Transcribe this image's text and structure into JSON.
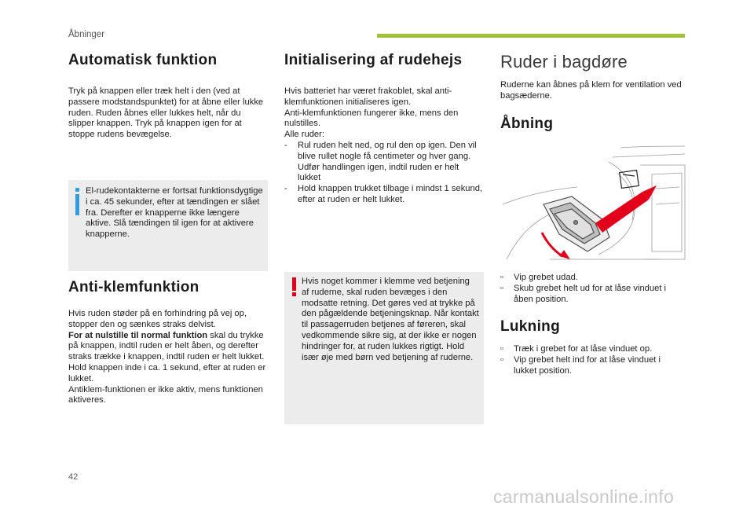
{
  "header": {
    "section": "Åbninger"
  },
  "col1": {
    "title": "Automatisk funktion",
    "intro": "Tryk på knappen eller træk helt i den (ved at passere modstandspunktet) for at åbne eller lukke ruden. Ruden åbnes eller lukkes helt, når du slipper knappen. Tryk på knappen igen for at stoppe rudens bevægelse.",
    "info": "El-rudekontakterne er fortsat funktionsdygtige i ca. 45 sekunder, efter at tændingen er slået fra. Derefter er knapperne ikke længere aktive. Slå tændingen til igen for at aktivere knapperne.",
    "title2": "Anti-klemfunktion",
    "body2a": "Hvis ruden støder på en forhindring på vej op, stopper den og sænkes straks delvist.",
    "body2_bold": "For at nulstille til normal funktion",
    "body2b": " skal du trykke på knappen, indtil ruden er helt åben, og derefter straks trække i knappen, indtil ruden er helt lukket. Hold knappen inde i ca. 1 sekund, efter at ruden er lukket.",
    "body2c": "Antiklem-funktionen er ikke aktiv, mens funktionen aktiveres."
  },
  "col2": {
    "title": "Initialisering af rudehejs",
    "p1": "Hvis batteriet har været frakoblet, skal anti-klemfunktionen initialiseres igen.",
    "p2": "Anti-klemfunktionen fungerer ikke, mens den nulstilles.",
    "p3": "Alle ruder:",
    "steps": [
      "Rul ruden helt ned, og rul den op igen. Den vil blive rullet nogle få centimeter og hver gang. Udfør handlingen igen, indtil ruden er helt lukket",
      "Hold knappen trukket tilbage i mindst 1 sekund, efter at ruden er helt lukket."
    ],
    "warning": "Hvis noget kommer i klemme ved betjening af ruderne, skal ruden bevæges i den modsatte retning. Det gøres ved at trykke på den pågældende betjeningsknap. Når kontakt til passagerruden betjenes af føreren, skal vedkommende sikre sig, at der ikke er nogen hindringer for, at ruden lukkes rigtigt. Hold især øje med børn ved betjening af ruderne."
  },
  "col3": {
    "title": "Ruder i bagdøre",
    "intro": "Ruderne kan åbnes på klem for ventilation ved bagsæderne.",
    "sub1": "Åbning",
    "open_steps": [
      "Vip grebet udad.",
      "Skub grebet helt ud for at låse vinduet i åben position."
    ],
    "sub2": "Lukning",
    "close_steps": [
      "Træk i grebet for at låse vinduet op.",
      "Vip grebet helt ind for at låse vinduet i lukket position."
    ]
  },
  "footer": {
    "page": "42",
    "watermark": "carmanualsonline.info"
  },
  "colors": {
    "accent_green": "#9ec33b",
    "info_blue": "#2f9be0",
    "warn_red": "#e3001b",
    "box_grey": "#ececec"
  },
  "icons": {
    "bullet": "checkbox-bullet-icon",
    "info": "info-icon",
    "warning": "warning-icon"
  }
}
